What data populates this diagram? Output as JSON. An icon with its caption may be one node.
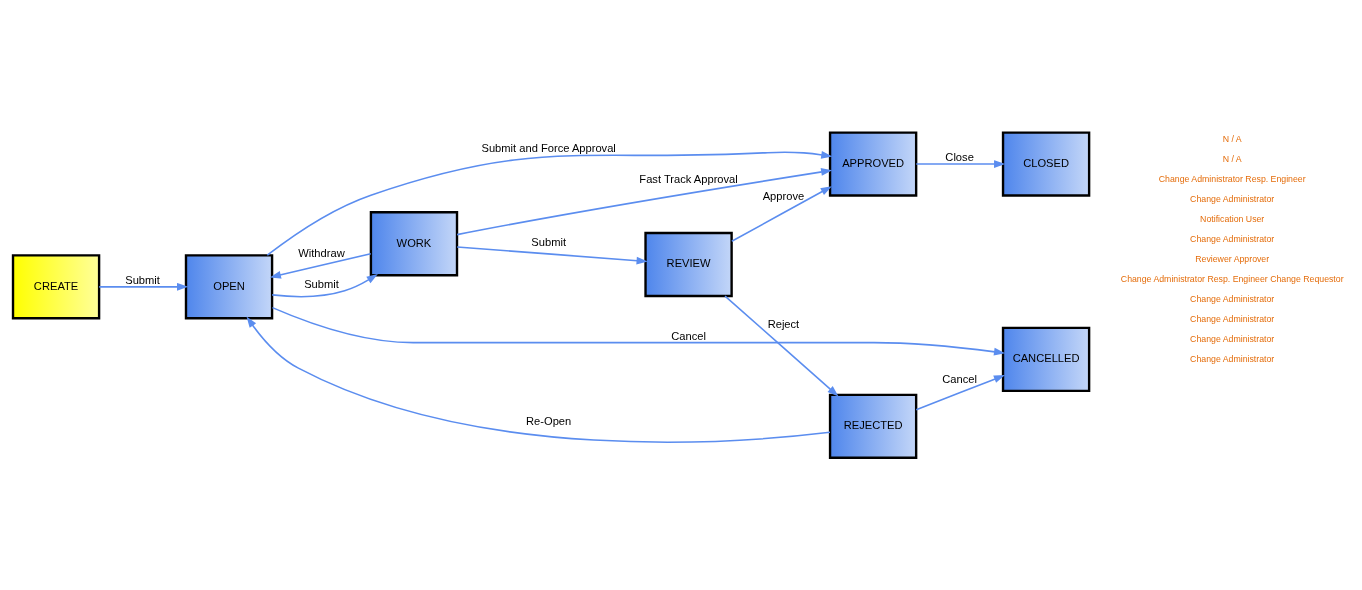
{
  "diagram": {
    "nodes": [
      {
        "text": [
          "CREATE"
        ]
      },
      {
        "text": [
          "OPEN"
        ]
      },
      {
        "text": [
          "WORK"
        ]
      },
      {
        "text": [
          "REVIEW"
        ]
      },
      {
        "text": [
          "APPROVED"
        ]
      },
      {
        "text": [
          "REJECTED"
        ]
      },
      {
        "text": [
          "CLOSED"
        ]
      },
      {
        "text": [
          "CANCELLED"
        ]
      }
    ],
    "edges": [
      {
        "from": 1,
        "to": 4,
        "arrow": "to",
        "label": "Submit and Force Approval"
      },
      {
        "from": 2,
        "to": 1,
        "arrow": "to",
        "label": "Withdraw"
      },
      {
        "from": 2,
        "to": 4,
        "arrow": "to",
        "label": "Fast Track Approval"
      },
      {
        "from": 0,
        "to": 1,
        "arrow": "to",
        "label": "Submit"
      },
      {
        "from": 1,
        "to": 2,
        "arrow": "to",
        "label": "Submit"
      },
      {
        "from": 2,
        "to": 3,
        "arrow": "to",
        "label": "Submit"
      },
      {
        "from": 3,
        "to": 4,
        "arrow": "to",
        "label": "Approve"
      },
      {
        "from": 4,
        "to": 6,
        "arrow": "to",
        "label": "Close"
      },
      {
        "from": 5,
        "to": 1,
        "arrow": "to",
        "label": "Re-Open"
      },
      {
        "from": 3,
        "to": 5,
        "arrow": "to",
        "label": "Reject"
      },
      {
        "from": 5,
        "to": 7,
        "arrow": "to",
        "label": "Cancel"
      },
      {
        "from": 1,
        "to": 7,
        "arrow": "to",
        "label": "Cancel"
      }
    ],
    "labels": [
      "Change Administrator",
      "Change Administrator",
      "Change Administrator",
      "Change Administrator",
      "Change Administrator Resp. Engineer Change Requestor",
      "Reviewer Approver",
      "Change Administrator",
      "Notification User",
      "Change Administrator",
      "Change Administrator Resp. Engineer",
      "N / A",
      "N / A"
    ]
  }
}
